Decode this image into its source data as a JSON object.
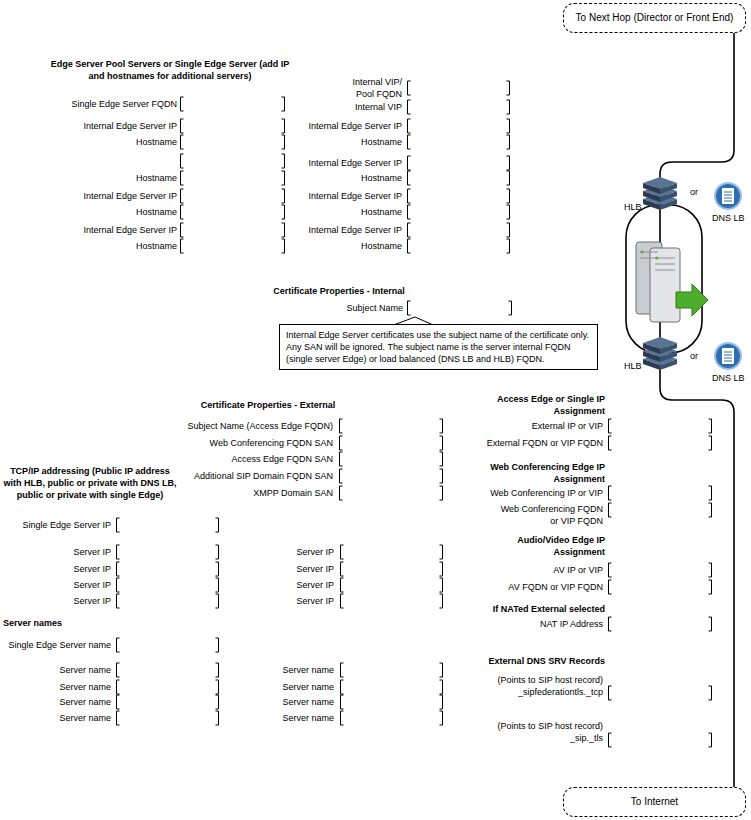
{
  "diagram": {
    "nodes": [
      {
        "text": [
          "To Next Hop (Director or Front End)"
        ]
      },
      {
        "text": [
          "Internal Edge Server certificates use the subject name of the certificate only. Any SAN will be ignored. The subject name is the server internal FQDN (single server Edge) or load balanced (DNS LB and HLB) FQDN."
        ]
      },
      {
        "text": [
          "To Internet"
        ]
      }
    ],
    "edges": [
      {
        "from": 0,
        "to": 2,
        "arrow": "none"
      }
    ],
    "labels": [
      "Edge Server Pool Servers or Single Edge Server (add IP and hostnames for additional servers)",
      "Single Edge Server FQDN",
      "Internal Edge Server IP",
      "Hostname",
      "Hostname",
      "Internal Edge Server IP",
      "Hostname",
      "Internal Edge Server IP",
      "Hostname",
      "Internal VIP/ Pool FQDN",
      "Internal VIP",
      "Internal Edge Server IP",
      "Hostname",
      "Internal Edge Server IP",
      "Hostname",
      "Internal Edge Server IP",
      "Hostname",
      "Internal Edge Server IP",
      "Hostname",
      "Certificate Properties - Internal",
      "Subject Name",
      "Certificate Properties - External",
      "Subject Name (Access Edge FQDN)",
      "Web Conferencing FQDN SAN",
      "Access Edge FQDN SAN",
      "Additional SIP Domain FQDN SAN",
      "XMPP Domain SAN",
      "TCP/IP addressing (Public IP address with HLB, public or private with DNS LB, public or private with single Edge)",
      "Single Edge Server IP",
      "Server IP",
      "Server IP",
      "Server IP",
      "Server IP",
      "Server IP",
      "Server IP",
      "Server IP",
      "Server IP",
      "Server names",
      "Single Edge Server name",
      "Server name",
      "Server name",
      "Server name",
      "Server name",
      "Server name",
      "Server name",
      "Server name",
      "Server name",
      "Access Edge or Single IP Assignment",
      "External IP or VIP",
      "External FQDN or VIP FQDN",
      "Web Conferencing Edge IP Assignment",
      "Web Conferencing IP or VIP",
      "Web Conferencing FQDN or VIP FQDN",
      "Audio/Video Edge IP Assignment",
      "AV IP or VIP",
      "AV FQDN or VIP FQDN",
      "If NATed External selected",
      "NAT IP Address",
      "External DNS SRV Records",
      "(Points to SIP host record) _sipfederationtls._tcp",
      "(Points to SIP host record) _sip._tls",
      "HLB",
      "or",
      "DNS LB",
      "HLB",
      "or",
      "DNS LB"
    ]
  }
}
